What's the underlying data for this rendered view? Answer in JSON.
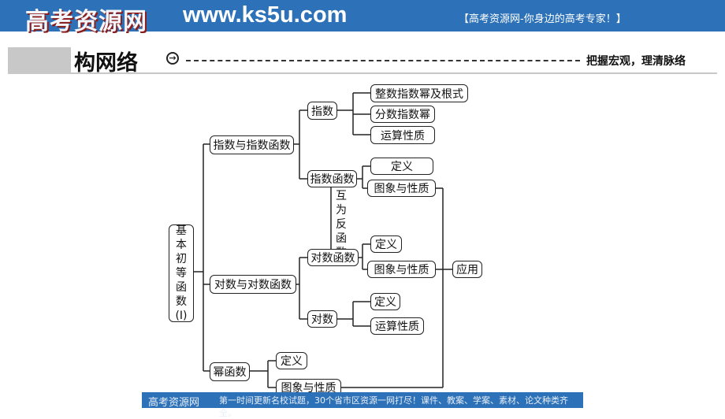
{
  "header": {
    "logo_text": "高考资源网",
    "url": "www.ks5u.com",
    "slogan": "【高考资源网-你身边的高考专家！】"
  },
  "section": {
    "title": "构网络",
    "tagline": "把握宏观，理清脉络"
  },
  "diagram": {
    "root": "基本初等函数(Ⅰ)",
    "exp_func": "指数与指数函数",
    "log_func": "对数与对数函数",
    "power_func": "幂函数",
    "exponent": "指数",
    "integer_exponent": "整数指数幂及根式",
    "fraction_exponent": "分数指数幂",
    "exp_ops": "运算性质",
    "exp_function": "指数函数",
    "exp_def": "定义",
    "exp_graph": "图象与性质",
    "inverse_label": "互为反函数",
    "log_function": "对数函数",
    "log_def": "定义",
    "log_graph": "图象与性质",
    "logarithm": "对数",
    "logarithm_def": "定义",
    "log_ops": "运算性质",
    "power_def": "定义",
    "power_graph": "图象与性质",
    "application": "应用"
  },
  "footer": {
    "brand": "高考资源网",
    "text": "第一时间更新名校试题，30个省市区资源一网打尽！课件、教案、学案、素材、论文种类齐全。"
  }
}
